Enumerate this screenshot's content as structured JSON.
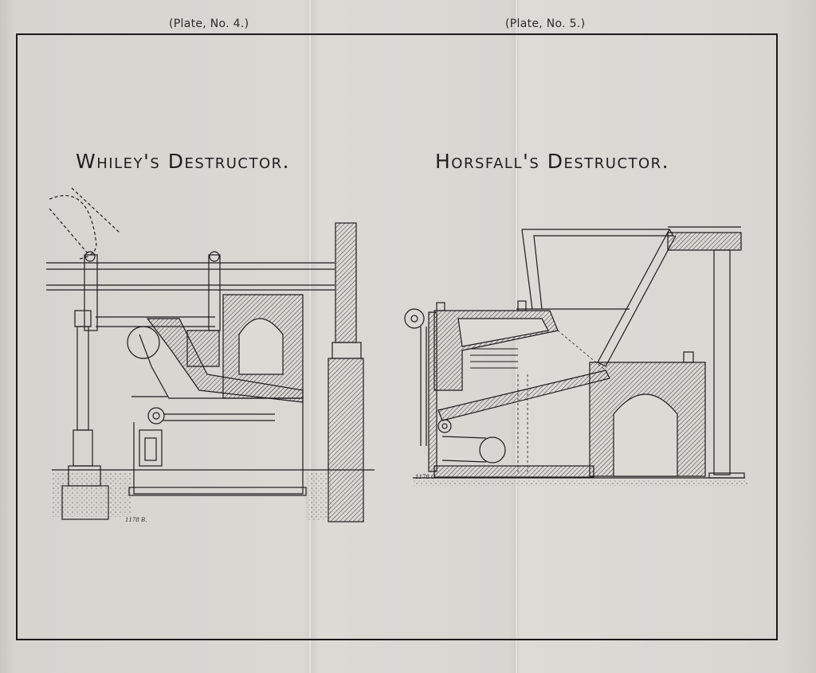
{
  "plates": {
    "left_caption": "(Plate, No. 4.)",
    "right_caption": "(Plate, No. 5.)"
  },
  "titles": {
    "left": "Whiley's Destructor.",
    "right": "Horsfall's Destructor."
  },
  "drawing_numbers": {
    "left": "1178 B.",
    "right": "1178 C."
  },
  "colors": {
    "paper": "#d8d6d1",
    "ink": "#1a1a1a"
  }
}
